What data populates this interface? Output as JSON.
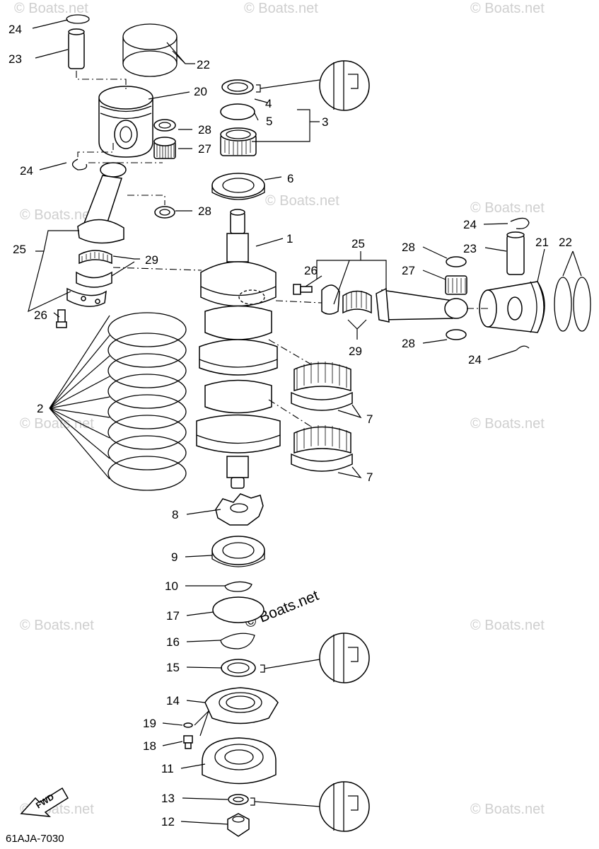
{
  "diagram": {
    "drawing_code": "61AJA-7030",
    "direction_label": "FWD",
    "watermark": "© Boats.net",
    "part_labels": [
      {
        "num": "1"
      },
      {
        "num": "2"
      },
      {
        "num": "3"
      },
      {
        "num": "4"
      },
      {
        "num": "5"
      },
      {
        "num": "6"
      },
      {
        "num": "7"
      },
      {
        "num": "7"
      },
      {
        "num": "8"
      },
      {
        "num": "9"
      },
      {
        "num": "10"
      },
      {
        "num": "11"
      },
      {
        "num": "12"
      },
      {
        "num": "13"
      },
      {
        "num": "14"
      },
      {
        "num": "15"
      },
      {
        "num": "16"
      },
      {
        "num": "17"
      },
      {
        "num": "18"
      },
      {
        "num": "19"
      },
      {
        "num": "20"
      },
      {
        "num": "21"
      },
      {
        "num": "22"
      },
      {
        "num": "22"
      },
      {
        "num": "23"
      },
      {
        "num": "23"
      },
      {
        "num": "24"
      },
      {
        "num": "24"
      },
      {
        "num": "24"
      },
      {
        "num": "24"
      },
      {
        "num": "25"
      },
      {
        "num": "25"
      },
      {
        "num": "26"
      },
      {
        "num": "26"
      },
      {
        "num": "27"
      },
      {
        "num": "27"
      },
      {
        "num": "28"
      },
      {
        "num": "28"
      },
      {
        "num": "28"
      },
      {
        "num": "28"
      },
      {
        "num": "29"
      },
      {
        "num": "29"
      }
    ]
  }
}
